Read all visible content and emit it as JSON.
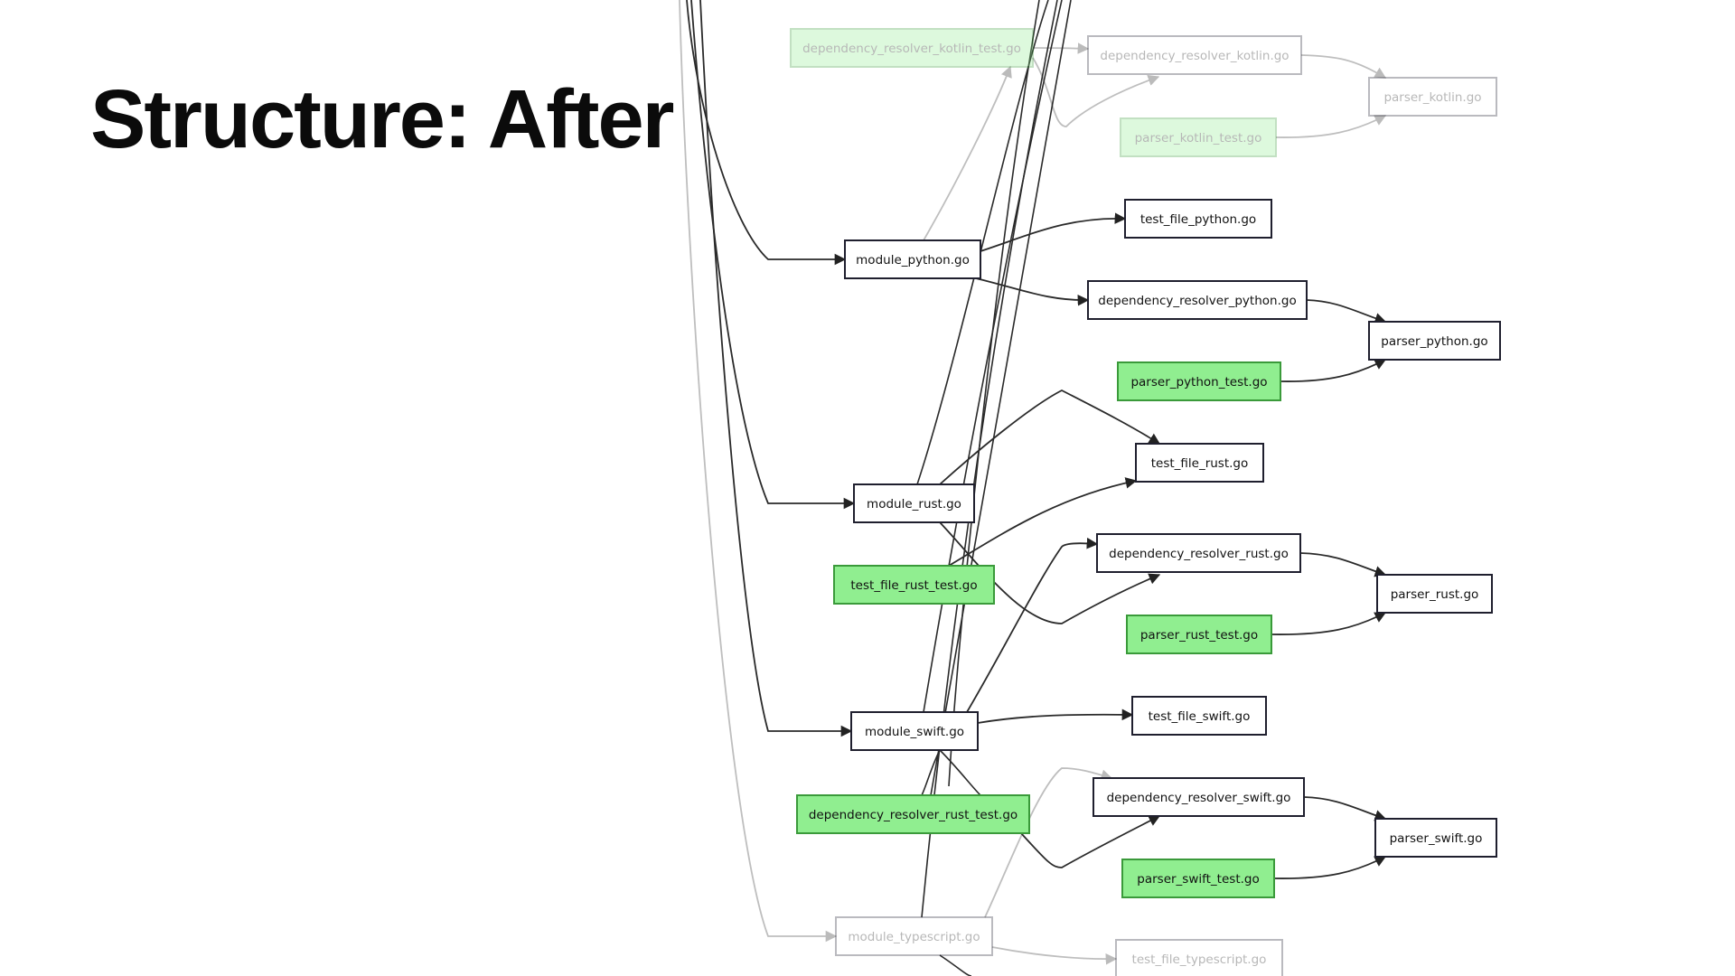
{
  "title": "Structure: After",
  "diagram": {
    "colors": {
      "edge": "#2a2a2a",
      "node_border": "#1f1f2e",
      "node_fill": "#ffffff",
      "test_fill": "#90ee90",
      "test_border": "#3a9a3a",
      "text": "#111111"
    },
    "nodes": [
      {
        "id": "dependency_resolver_kotlin_test",
        "label": "dependency_resolver_kotlin_test.go",
        "test": true,
        "faded": true
      },
      {
        "id": "dependency_resolver_kotlin",
        "label": "dependency_resolver_kotlin.go",
        "test": false,
        "faded": true
      },
      {
        "id": "parser_kotlin",
        "label": "parser_kotlin.go",
        "test": false,
        "faded": true
      },
      {
        "id": "parser_kotlin_test",
        "label": "parser_kotlin_test.go",
        "test": true,
        "faded": true
      },
      {
        "id": "test_file_python",
        "label": "test_file_python.go",
        "test": false,
        "faded": false
      },
      {
        "id": "module_python",
        "label": "module_python.go",
        "test": false,
        "faded": false
      },
      {
        "id": "dependency_resolver_python",
        "label": "dependency_resolver_python.go",
        "test": false,
        "faded": false
      },
      {
        "id": "parser_python",
        "label": "parser_python.go",
        "test": false,
        "faded": false
      },
      {
        "id": "parser_python_test",
        "label": "parser_python_test.go",
        "test": true,
        "faded": false
      },
      {
        "id": "test_file_rust",
        "label": "test_file_rust.go",
        "test": false,
        "faded": false
      },
      {
        "id": "module_rust",
        "label": "module_rust.go",
        "test": false,
        "faded": false
      },
      {
        "id": "dependency_resolver_rust",
        "label": "dependency_resolver_rust.go",
        "test": false,
        "faded": false
      },
      {
        "id": "test_file_rust_test",
        "label": "test_file_rust_test.go",
        "test": true,
        "faded": false
      },
      {
        "id": "parser_rust",
        "label": "parser_rust.go",
        "test": false,
        "faded": false
      },
      {
        "id": "parser_rust_test",
        "label": "parser_rust_test.go",
        "test": true,
        "faded": false
      },
      {
        "id": "test_file_swift",
        "label": "test_file_swift.go",
        "test": false,
        "faded": false
      },
      {
        "id": "module_swift",
        "label": "module_swift.go",
        "test": false,
        "faded": false
      },
      {
        "id": "dependency_resolver_swift",
        "label": "dependency_resolver_swift.go",
        "test": false,
        "faded": false
      },
      {
        "id": "dependency_resolver_rust_test",
        "label": "dependency_resolver_rust_test.go",
        "test": true,
        "faded": false
      },
      {
        "id": "parser_swift",
        "label": "parser_swift.go",
        "test": false,
        "faded": false
      },
      {
        "id": "parser_swift_test",
        "label": "parser_swift_test.go",
        "test": true,
        "faded": false
      },
      {
        "id": "module_typescript",
        "label": "module_typescript.go",
        "test": false,
        "faded": true
      },
      {
        "id": "test_file_typescript",
        "label": "test_file_typescript.go",
        "test": false,
        "faded": true
      }
    ],
    "edges": [
      {
        "from": "dependency_resolver_kotlin_test",
        "to": "dependency_resolver_kotlin"
      },
      {
        "from": "dependency_resolver_kotlin_test",
        "to": "dependency_resolver_kotlin"
      },
      {
        "from": "dependency_resolver_kotlin",
        "to": "parser_kotlin"
      },
      {
        "from": "parser_kotlin_test",
        "to": "parser_kotlin"
      },
      {
        "from": "module_python",
        "to": "test_file_python"
      },
      {
        "from": "module_python",
        "to": "dependency_resolver_python"
      },
      {
        "from": "module_python",
        "to": "dependency_resolver_kotlin_test"
      },
      {
        "from": "dependency_resolver_python",
        "to": "parser_python"
      },
      {
        "from": "parser_python_test",
        "to": "parser_python"
      },
      {
        "from": "module_rust",
        "to": "test_file_rust"
      },
      {
        "from": "test_file_rust_test",
        "to": "test_file_rust"
      },
      {
        "from": "module_rust",
        "to": "dependency_resolver_rust"
      },
      {
        "from": "module_swift",
        "to": "dependency_resolver_rust"
      },
      {
        "from": "dependency_resolver_rust",
        "to": "parser_rust"
      },
      {
        "from": "parser_rust_test",
        "to": "parser_rust"
      },
      {
        "from": "module_swift",
        "to": "test_file_swift"
      },
      {
        "from": "module_typescript",
        "to": "dependency_resolver_swift"
      },
      {
        "from": "dependency_resolver_rust_test",
        "to": "dependency_resolver_swift"
      },
      {
        "from": "dependency_resolver_swift",
        "to": "parser_swift"
      },
      {
        "from": "parser_swift_test",
        "to": "parser_swift"
      },
      {
        "from": "module_typescript",
        "to": "test_file_typescript"
      },
      {
        "from": "external_1",
        "to": "module_python"
      },
      {
        "from": "external_2",
        "to": "module_rust"
      },
      {
        "from": "external_3",
        "to": "module_swift"
      },
      {
        "from": "external_4",
        "to": "module_typescript"
      }
    ]
  }
}
